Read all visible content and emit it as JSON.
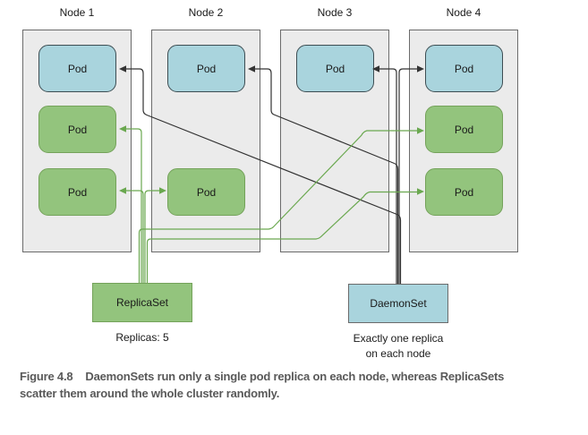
{
  "diagram": {
    "nodes": [
      {
        "label": "Node 1",
        "pods": [
          {
            "type": "daemonset",
            "label": "Pod"
          },
          {
            "type": "replicaset",
            "label": "Pod"
          },
          {
            "type": "replicaset",
            "label": "Pod"
          }
        ]
      },
      {
        "label": "Node 2",
        "pods": [
          {
            "type": "daemonset",
            "label": "Pod"
          },
          {
            "type": "replicaset",
            "label": "Pod"
          }
        ]
      },
      {
        "label": "Node 3",
        "pods": [
          {
            "type": "daemonset",
            "label": "Pod"
          }
        ]
      },
      {
        "label": "Node 4",
        "pods": [
          {
            "type": "daemonset",
            "label": "Pod"
          },
          {
            "type": "replicaset",
            "label": "Pod"
          },
          {
            "type": "replicaset",
            "label": "Pod"
          }
        ]
      }
    ],
    "replicaset": {
      "label": "ReplicaSet",
      "caption": "Replicas: 5"
    },
    "daemonset": {
      "label": "DaemonSet",
      "caption_line1": "Exactly one replica",
      "caption_line2": "on each node"
    }
  },
  "caption": {
    "figure_label": "Figure 4.8",
    "line1": "DaemonSets run only a single pod replica on each node, whereas ReplicaSets",
    "line2": "scatter them around the whole cluster randomly."
  },
  "colors": {
    "node_fill": "#ebebeb",
    "node_border": "#6b6b6b",
    "daemon_fill": "#a9d4dd",
    "replica_fill": "#93c47d",
    "replica_border": "#74a25a",
    "black_line": "#333333",
    "green_line": "#6aa84f",
    "caption_color": "#595959"
  }
}
